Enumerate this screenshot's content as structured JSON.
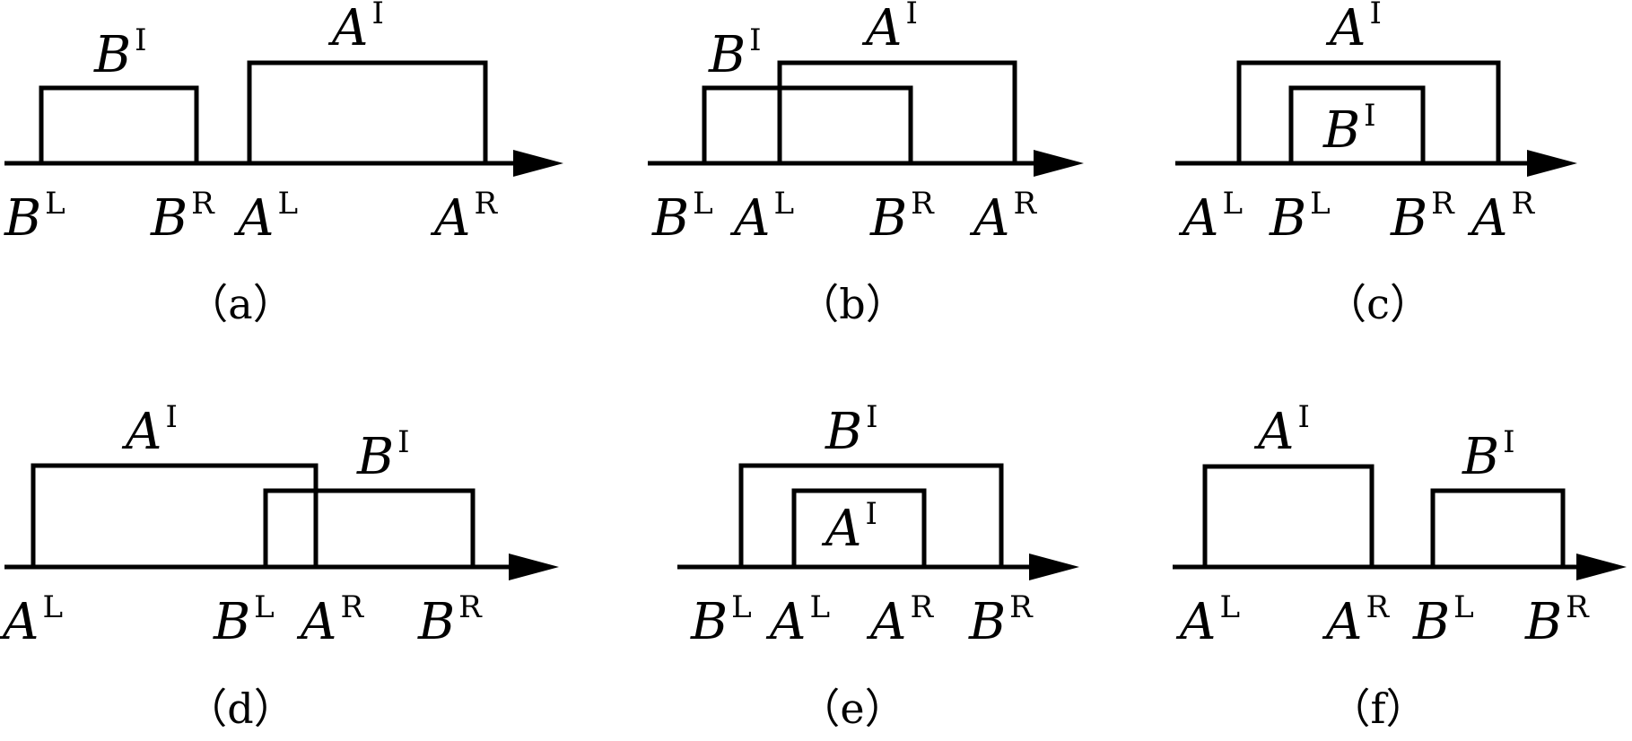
{
  "diagram": {
    "panels": [
      {
        "caption": "（a）",
        "intervals": [
          {
            "letter": "B",
            "sup": "I"
          },
          {
            "letter": "A",
            "sup": "I"
          }
        ],
        "points": [
          {
            "letter": "B",
            "sup": "L"
          },
          {
            "letter": "B",
            "sup": "R"
          },
          {
            "letter": "A",
            "sup": "L"
          },
          {
            "letter": "A",
            "sup": "R"
          }
        ]
      },
      {
        "caption": "（b）",
        "intervals": [
          {
            "letter": "B",
            "sup": "I"
          },
          {
            "letter": "A",
            "sup": "I"
          }
        ],
        "points": [
          {
            "letter": "B",
            "sup": "L"
          },
          {
            "letter": "A",
            "sup": "L"
          },
          {
            "letter": "B",
            "sup": "R"
          },
          {
            "letter": "A",
            "sup": "R"
          }
        ]
      },
      {
        "caption": "（c）",
        "intervals": [
          {
            "letter": "A",
            "sup": "I"
          },
          {
            "letter": "B",
            "sup": "I"
          }
        ],
        "points": [
          {
            "letter": "A",
            "sup": "L"
          },
          {
            "letter": "B",
            "sup": "L"
          },
          {
            "letter": "B",
            "sup": "R"
          },
          {
            "letter": "A",
            "sup": "R"
          }
        ]
      },
      {
        "caption": "（d）",
        "intervals": [
          {
            "letter": "A",
            "sup": "I"
          },
          {
            "letter": "B",
            "sup": "I"
          }
        ],
        "points": [
          {
            "letter": "A",
            "sup": "L"
          },
          {
            "letter": "B",
            "sup": "L"
          },
          {
            "letter": "A",
            "sup": "R"
          },
          {
            "letter": "B",
            "sup": "R"
          }
        ]
      },
      {
        "caption": "（e）",
        "intervals": [
          {
            "letter": "B",
            "sup": "I"
          },
          {
            "letter": "A",
            "sup": "I"
          }
        ],
        "points": [
          {
            "letter": "B",
            "sup": "L"
          },
          {
            "letter": "A",
            "sup": "L"
          },
          {
            "letter": "A",
            "sup": "R"
          },
          {
            "letter": "B",
            "sup": "R"
          }
        ]
      },
      {
        "caption": "（f）",
        "intervals": [
          {
            "letter": "A",
            "sup": "I"
          },
          {
            "letter": "B",
            "sup": "I"
          }
        ],
        "points": [
          {
            "letter": "A",
            "sup": "L"
          },
          {
            "letter": "A",
            "sup": "R"
          },
          {
            "letter": "B",
            "sup": "L"
          },
          {
            "letter": "B",
            "sup": "R"
          }
        ]
      }
    ]
  }
}
